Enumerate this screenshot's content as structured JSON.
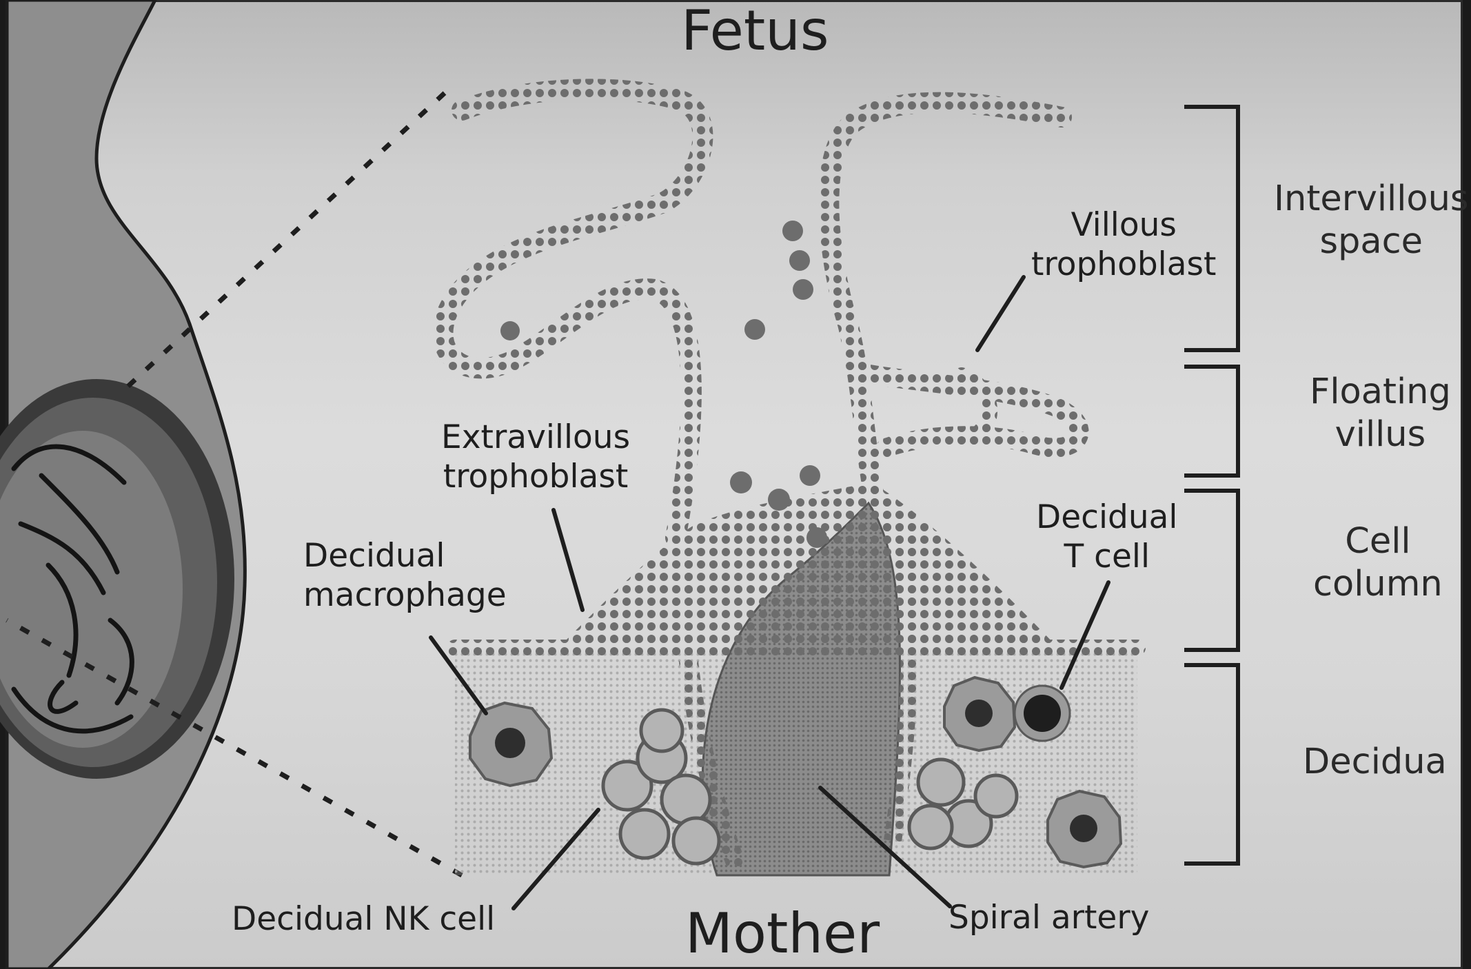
{
  "diagram": {
    "fetus_label": "Fetus",
    "mother_label": "Mother",
    "annotations": {
      "villous_trophoblast": [
        "Villous",
        "trophoblast"
      ],
      "extravillous_trophoblast": [
        "Extravillous",
        "trophoblast"
      ],
      "decidual_macrophage": [
        "Decidual",
        "macrophage"
      ],
      "decidual_t_cell": [
        "Decidual",
        "T cell"
      ],
      "decidual_nk_cell": "Decidual NK cell",
      "spiral_artery": "Spiral artery"
    },
    "regions": {
      "intervillous_space": [
        "Intervillous",
        "space"
      ],
      "floating_villus": [
        "Floating",
        "villus"
      ],
      "cell_column": [
        "Cell",
        "column"
      ],
      "decidua": "Decidua"
    }
  }
}
